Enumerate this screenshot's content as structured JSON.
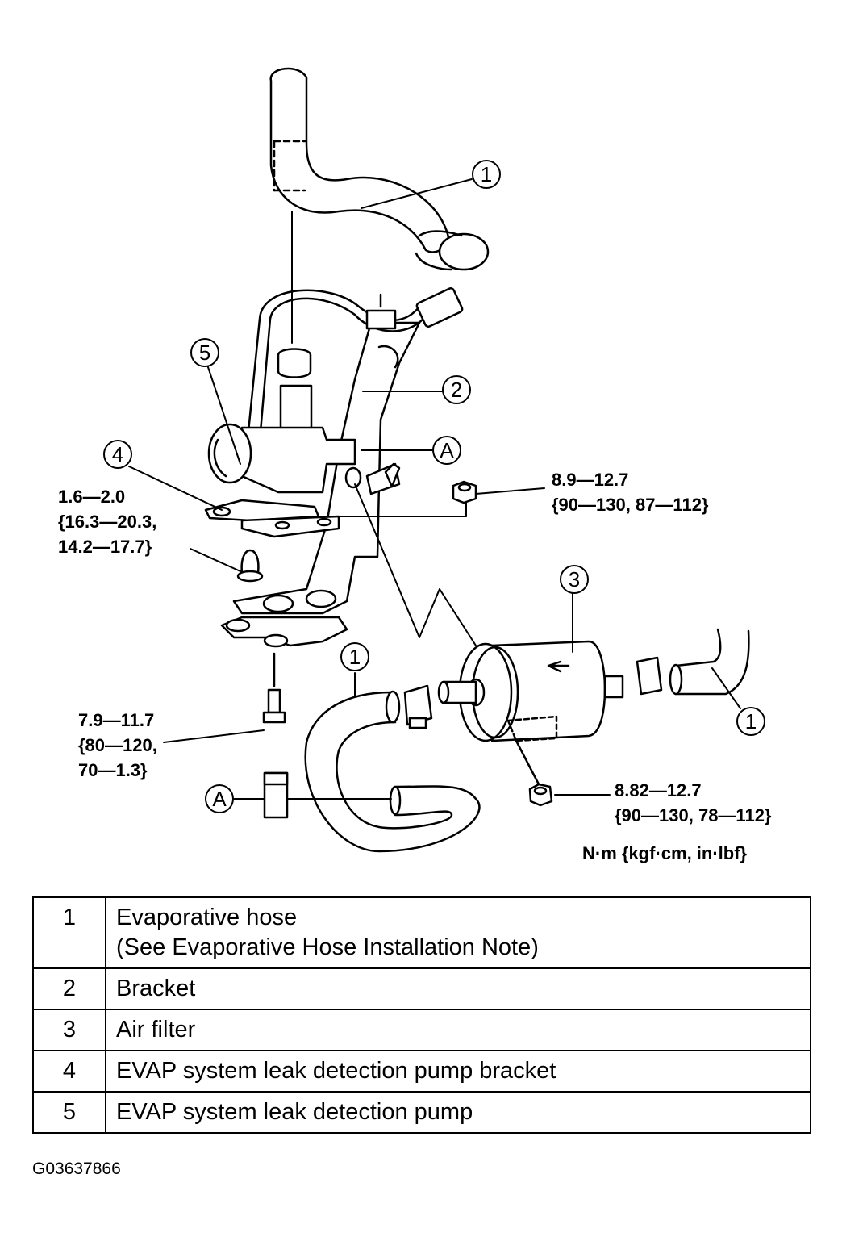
{
  "callouts": {
    "hose_top": "1",
    "bracket": "2",
    "air_filter": "3",
    "pump_bracket": "4",
    "pump": "5",
    "hose_mid": "1",
    "hose_right": "1",
    "ref_a_top": "A",
    "ref_a_bottom": "A"
  },
  "torque_specs": {
    "nut_bracket": [
      "8.9—12.7",
      "{90—130, 87—112}"
    ],
    "pump_bracket_fastener": [
      "1.6—2.0",
      "{16.3—20.3,",
      "14.2—17.7}"
    ],
    "bracket_bolt": [
      "7.9—11.7",
      "{80—120,",
      "70—1.3}"
    ],
    "filter_nut": [
      "8.82—12.7",
      "{90—130, 78—112}"
    ],
    "units": "N·m {kgf·cm, in·lbf}"
  },
  "parts": [
    {
      "num": "1",
      "name": "Evaporative hose",
      "note": "(See Evaporative Hose Installation Note)"
    },
    {
      "num": "2",
      "name": "Bracket"
    },
    {
      "num": "3",
      "name": "Air filter"
    },
    {
      "num": "4",
      "name": "EVAP system leak detection pump bracket"
    },
    {
      "num": "5",
      "name": "EVAP system leak detection pump"
    }
  ],
  "figure_id": "G03637866"
}
